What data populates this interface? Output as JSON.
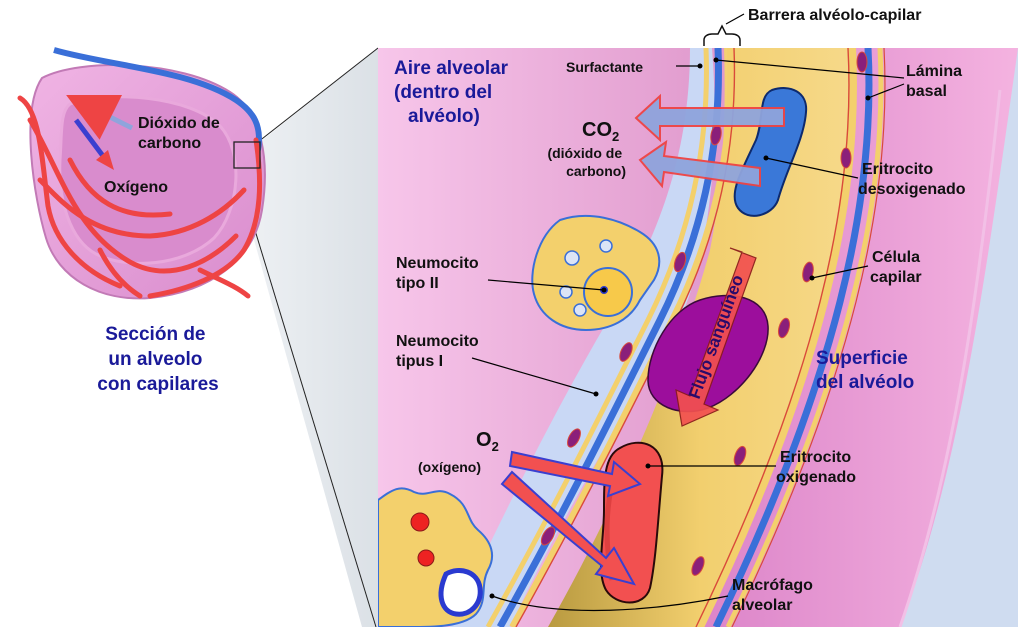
{
  "overview": {
    "co2_label": [
      "Dióxido de",
      "carbono"
    ],
    "o2_label": "Oxígeno",
    "caption": [
      "Sección de",
      "un alveolo",
      "con capilares"
    ]
  },
  "detail": {
    "barrier_label": "Barrera alvéolo-capilar",
    "surfactant_label": "Surfactante",
    "air_label": [
      "Aire alveolar",
      "(dentro del",
      "alvéolo)"
    ],
    "co2": {
      "formula_main": "CO",
      "formula_sub": "2",
      "name": [
        "(dióxido de",
        "carbono)"
      ]
    },
    "o2": {
      "formula_main": "O",
      "formula_sub": "2",
      "name": "(oxígeno)"
    },
    "basal_lamina_label": [
      "Lámina",
      "basal"
    ],
    "deoxy_rbc_label": [
      "Eritrocito",
      "desoxigenado"
    ],
    "capillary_cell_label": [
      "Célula",
      "capilar"
    ],
    "pneumocyte2_label": [
      "Neumocito",
      "tipo II"
    ],
    "pneumocyte1_label": [
      "Neumocito",
      "tipus I"
    ],
    "blood_flow_label": "Flujo sanguíneo",
    "alveolus_surface_label": [
      "Superficie",
      "del alvéolo"
    ],
    "oxy_rbc_label": [
      "Eritrocito",
      "oxigenado"
    ],
    "macrophage_label": [
      "Macrófago",
      "alveolar"
    ]
  },
  "colors": {
    "alveolus_pink": "#e58ad0",
    "air_pink": "#f4b6e4",
    "capillary_yellow": "#f3cf6a",
    "membrane_blue": "#3a6fd8",
    "surfactant_light_blue": "#c9d8f5",
    "vessel_red": "#ee4444",
    "label_blue": "#1a1a99",
    "deoxy_rbc": "#3a78d8",
    "oxy_rbc": "#f25050",
    "nucleus_purple": "#8a1f7a"
  }
}
